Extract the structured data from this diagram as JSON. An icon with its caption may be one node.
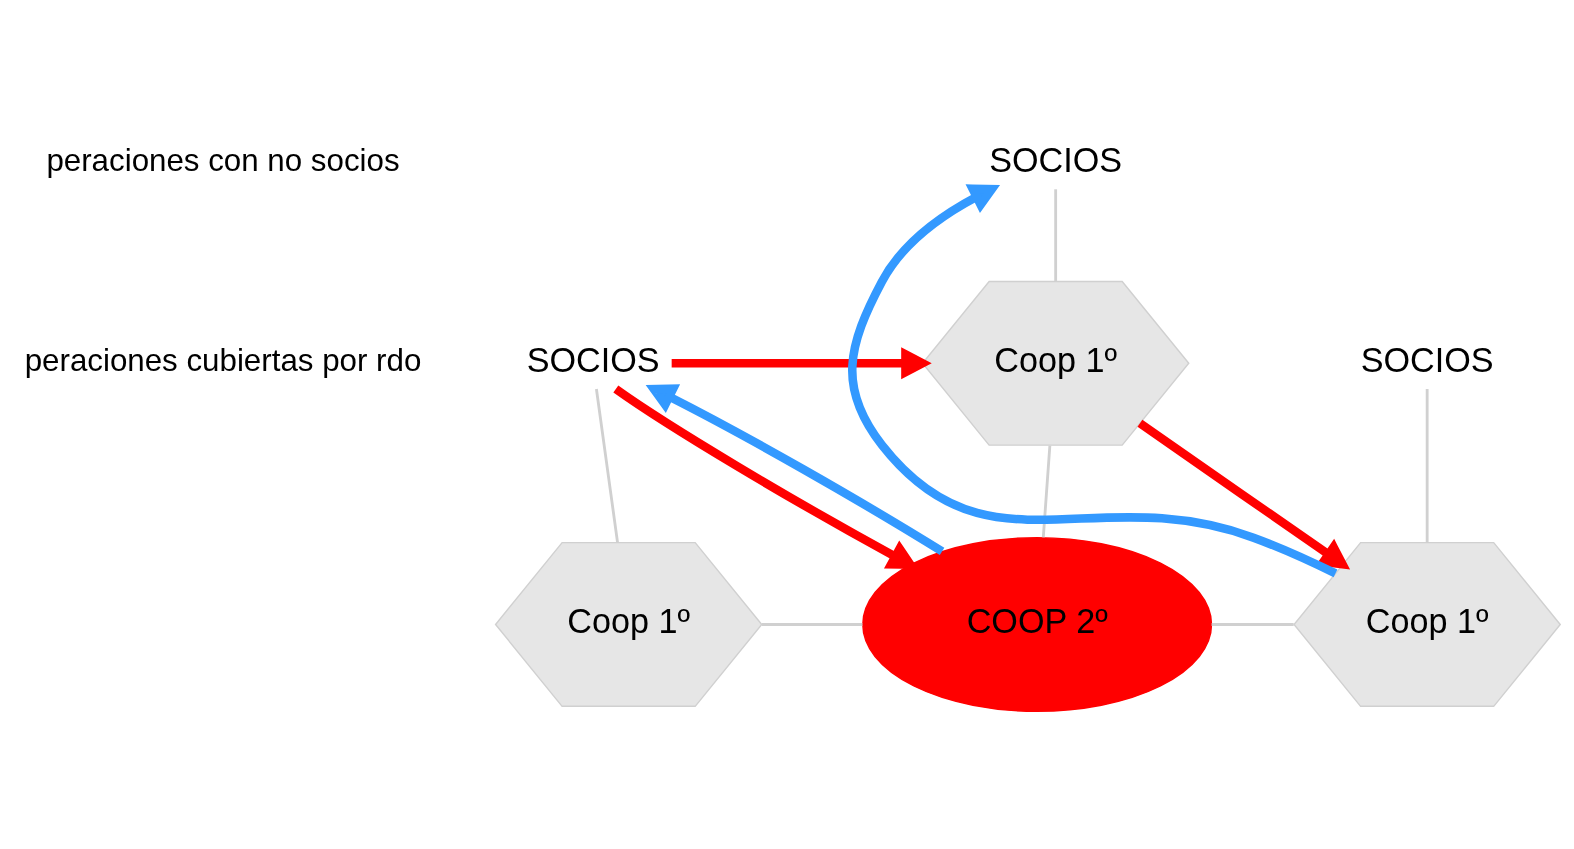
{
  "diagram": {
    "nodes": [
      {
        "text": [
          "SOCIOS"
        ]
      },
      {
        "text": [
          "Coop 1º"
        ]
      },
      {
        "text": [
          "SOCIOS"
        ]
      },
      {
        "text": [
          "Coop 1º"
        ]
      },
      {
        "text": [
          "COOP 2º"
        ]
      },
      {
        "text": [
          "SOCIOS"
        ]
      },
      {
        "text": [
          "Coop 1º"
        ]
      }
    ],
    "edges": [
      {
        "from": 0,
        "to": 1,
        "arrow": "none"
      },
      {
        "from": 2,
        "to": 3,
        "arrow": "none"
      },
      {
        "from": 5,
        "to": 6,
        "arrow": "none"
      },
      {
        "from": 1,
        "to": 4,
        "arrow": "none"
      },
      {
        "from": 3,
        "to": 4,
        "arrow": "none"
      },
      {
        "from": 4,
        "to": 6,
        "arrow": "none"
      },
      {
        "from": 2,
        "to": 1,
        "arrow": "to",
        "style": "thick",
        "color": "#ff0000"
      },
      {
        "from": 1,
        "to": 6,
        "arrow": "to",
        "style": "thick",
        "color": "#ff0000"
      },
      {
        "from": 6,
        "to": 0,
        "arrow": "to",
        "style": "thick",
        "color": "#3399ff"
      },
      {
        "from": 4,
        "to": 2,
        "arrow": "to",
        "style": "thick",
        "color": "#3399ff"
      },
      {
        "from": 2,
        "to": 4,
        "arrow": "to",
        "style": "thick",
        "color": "#ff0000"
      }
    ],
    "labels": [
      "peraciones con no socios",
      "peraciones cubiertas por rdo"
    ]
  }
}
